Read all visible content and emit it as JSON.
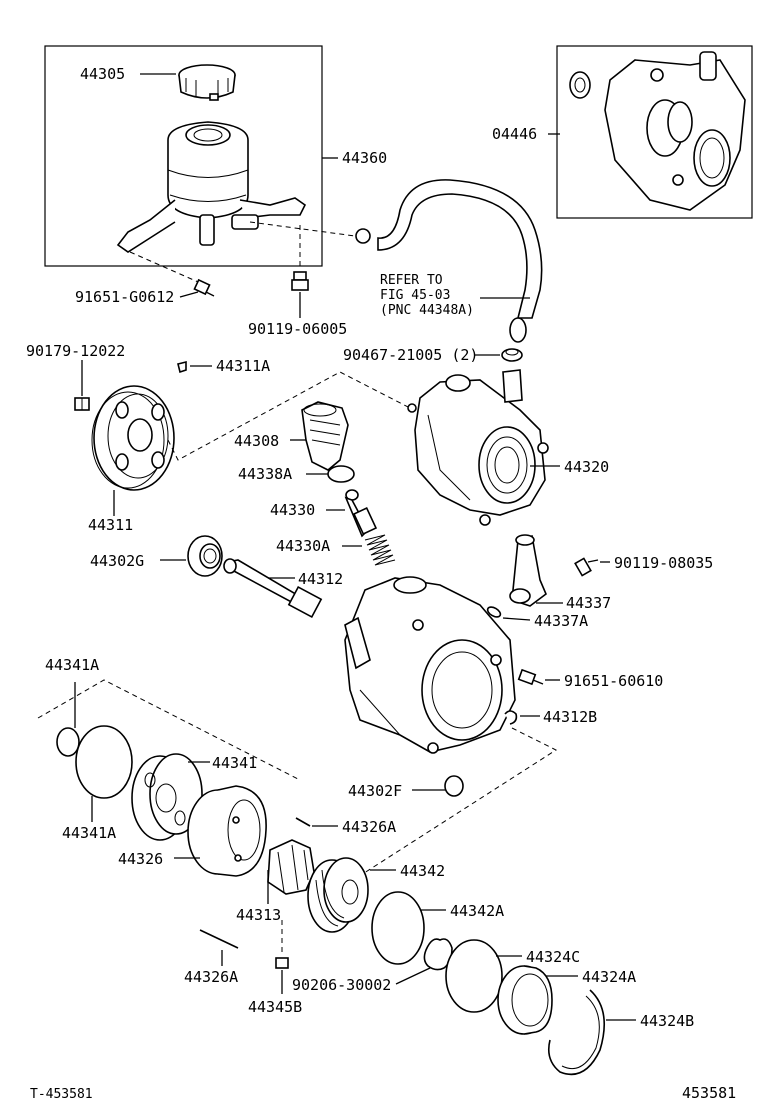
{
  "labels": {
    "p44305": "44305",
    "p44360": "44360",
    "p04446": "04446",
    "p91651_g0612": "91651-G0612",
    "p90119_06005": "90119-06005",
    "refer_line1": "REFER TO",
    "refer_line2": "FIG 45-03",
    "refer_line3": "(PNC 44348A)",
    "p90179_12022": "90179-12022",
    "p44311a": "44311A",
    "p90467_21005": "90467-21005 (2)",
    "p44308": "44308",
    "p44338a": "44338A",
    "p44320": "44320",
    "p44311": "44311",
    "p44330": "44330",
    "p44330a": "44330A",
    "p44302g": "44302G",
    "p44312": "44312",
    "p90119_08035": "90119-08035",
    "p44337": "44337",
    "p44337a": "44337A",
    "p91651_60610": "91651-60610",
    "p44341a_top": "44341A",
    "p44312b": "44312B",
    "p44341": "44341",
    "p44302f": "44302F",
    "p44341a_bot": "44341A",
    "p44326a_top": "44326A",
    "p44326": "44326",
    "p44342": "44342",
    "p44313": "44313",
    "p44342a": "44342A",
    "p44324c": "44324C",
    "p44326a_bot": "44326A",
    "p90206_30002": "90206-30002",
    "p44324a": "44324A",
    "p44345b": "44345B",
    "p44324b": "44324B"
  },
  "footer": {
    "left_code": "T-453581",
    "right_code": "453581"
  }
}
